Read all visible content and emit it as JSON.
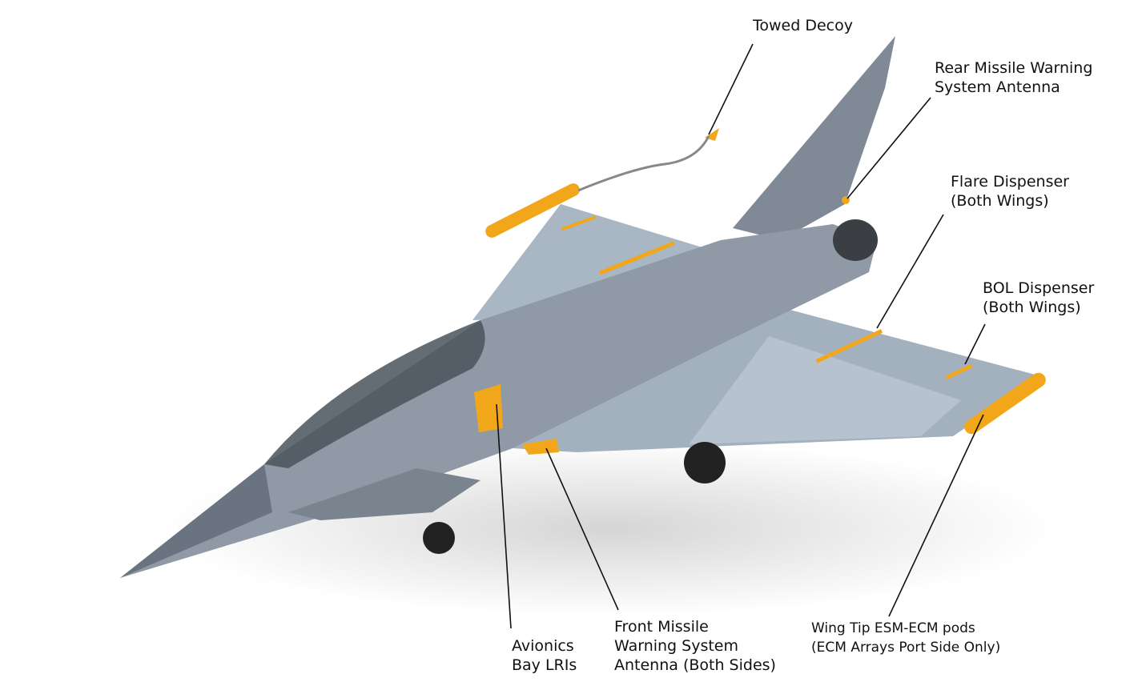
{
  "title": "Eurofighter DASS component locations",
  "labels": {
    "towed_decoy": [
      "Towed Decoy"
    ],
    "rear_mws": [
      "Rear Missile Warning",
      "System Antenna"
    ],
    "flare": [
      "Flare Dispenser",
      "(Both Wings)"
    ],
    "bol": [
      "BOL Dispenser",
      "(Both Wings)"
    ],
    "wingtip": [
      "Wing Tip ESM-ECM pods",
      "(ECM Arrays Port Side Only)"
    ],
    "front_mws": [
      "Front Missile",
      "Warning System",
      "Antenna (Both Sides)"
    ],
    "avionics": [
      "Avionics",
      "Bay LRIs"
    ]
  },
  "colors": {
    "body": "#8f9aa6",
    "wing": "#a9b6c3",
    "accent": "#f2a71b",
    "dark": "#555e68"
  }
}
